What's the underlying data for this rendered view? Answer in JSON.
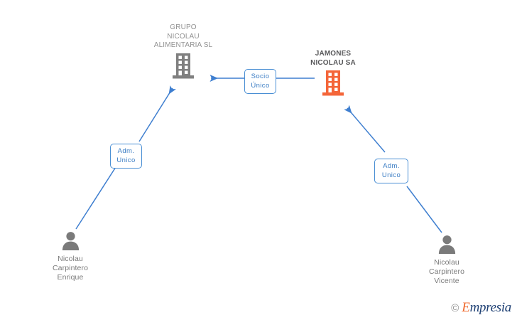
{
  "diagram": {
    "type": "corporate-ownership-chart",
    "background": "#ffffff",
    "colors": {
      "company_orange": "#f4663a",
      "company_grey": "#808080",
      "person_grey": "#7a7a7a",
      "edge_blue": "#3f7fd0",
      "chip_border": "#4a8fd4",
      "chip_text": "#3b7dc4",
      "title_grey": "#919191",
      "title_dark": "#58585a"
    },
    "companies": [
      {
        "id": "grupo-nicolau-alimentaria",
        "name": "GRUPO\nNICOLAU\nALIMENTARIA SL",
        "icon": "building-icon",
        "icon_color": "#808080",
        "label_style": "grey"
      },
      {
        "id": "jamones-nicolau",
        "name": "JAMONES\nNICOLAU SA",
        "icon": "building-icon",
        "icon_color": "#f4663a",
        "label_style": "dark"
      }
    ],
    "people": [
      {
        "id": "nicolau-carpintero-enrique",
        "name": "Nicolau\nCarpintero\nEnrique",
        "icon": "person-icon"
      },
      {
        "id": "nicolau-carpintero-vicente",
        "name": "Nicolau\nCarpintero\nVicente",
        "icon": "person-icon"
      }
    ],
    "relations": [
      {
        "id": "socio-unico",
        "label": "Socio\nÚnico",
        "from": "jamones-nicolau",
        "to": "grupo-nicolau-alimentaria"
      },
      {
        "id": "adm-unico-left",
        "label": "Adm.\nUnico",
        "from": "nicolau-carpintero-enrique",
        "to": "grupo-nicolau-alimentaria"
      },
      {
        "id": "adm-unico-right",
        "label": "Adm.\nUnico",
        "from": "nicolau-carpintero-vicente",
        "to": "jamones-nicolau"
      }
    ]
  },
  "watermark": {
    "copyright": "©",
    "brand_lead": "E",
    "brand_rest": "mpresia"
  }
}
